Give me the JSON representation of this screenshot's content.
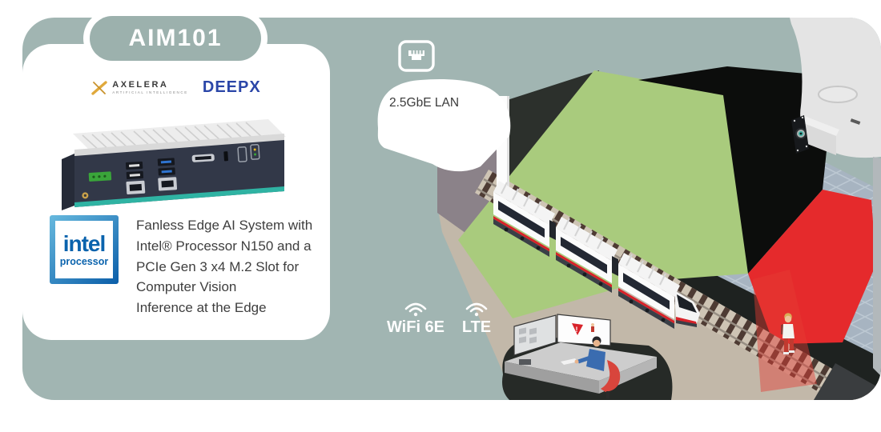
{
  "card": {
    "title": "AIM101",
    "partners": {
      "axelera_name": "AXELERA",
      "axelera_sub": "ARTIFICIAL INTELLIGENCE",
      "deepx_name": "DEEPX"
    },
    "intel": {
      "brand": "intel",
      "label": "processor"
    },
    "description": "Fanless Edge AI System with\nIntel® Processor N150 and a\nPCIe Gen 3 x4 M.2 Slot for\nComputer Vision\nInference at the Edge"
  },
  "connectivity": {
    "lan": "2.5GbE LAN",
    "wifi": "WiFi 6E",
    "lte": "LTE"
  },
  "scene": {
    "alert_symbol": "!",
    "camera_icon": "surveillance-camera",
    "detection_zones": [
      "green-clear-zone",
      "red-alert-zone"
    ],
    "colors": {
      "background_sage": "#a1b5b2",
      "pill_sage": "#9cb1ad",
      "detection_green": "#a9cb7d",
      "detection_red": "#e52a2c",
      "platform_grid": "#a7b4c1",
      "ground_tan": "#c2b8a9",
      "axelera_gold": "#e0a93c",
      "deepx_blue": "#2b46a8",
      "intel_blue": "#0a63ad",
      "train_stripe_red": "#d8232a",
      "train_stripe_yellow": "#e7b71f"
    }
  }
}
